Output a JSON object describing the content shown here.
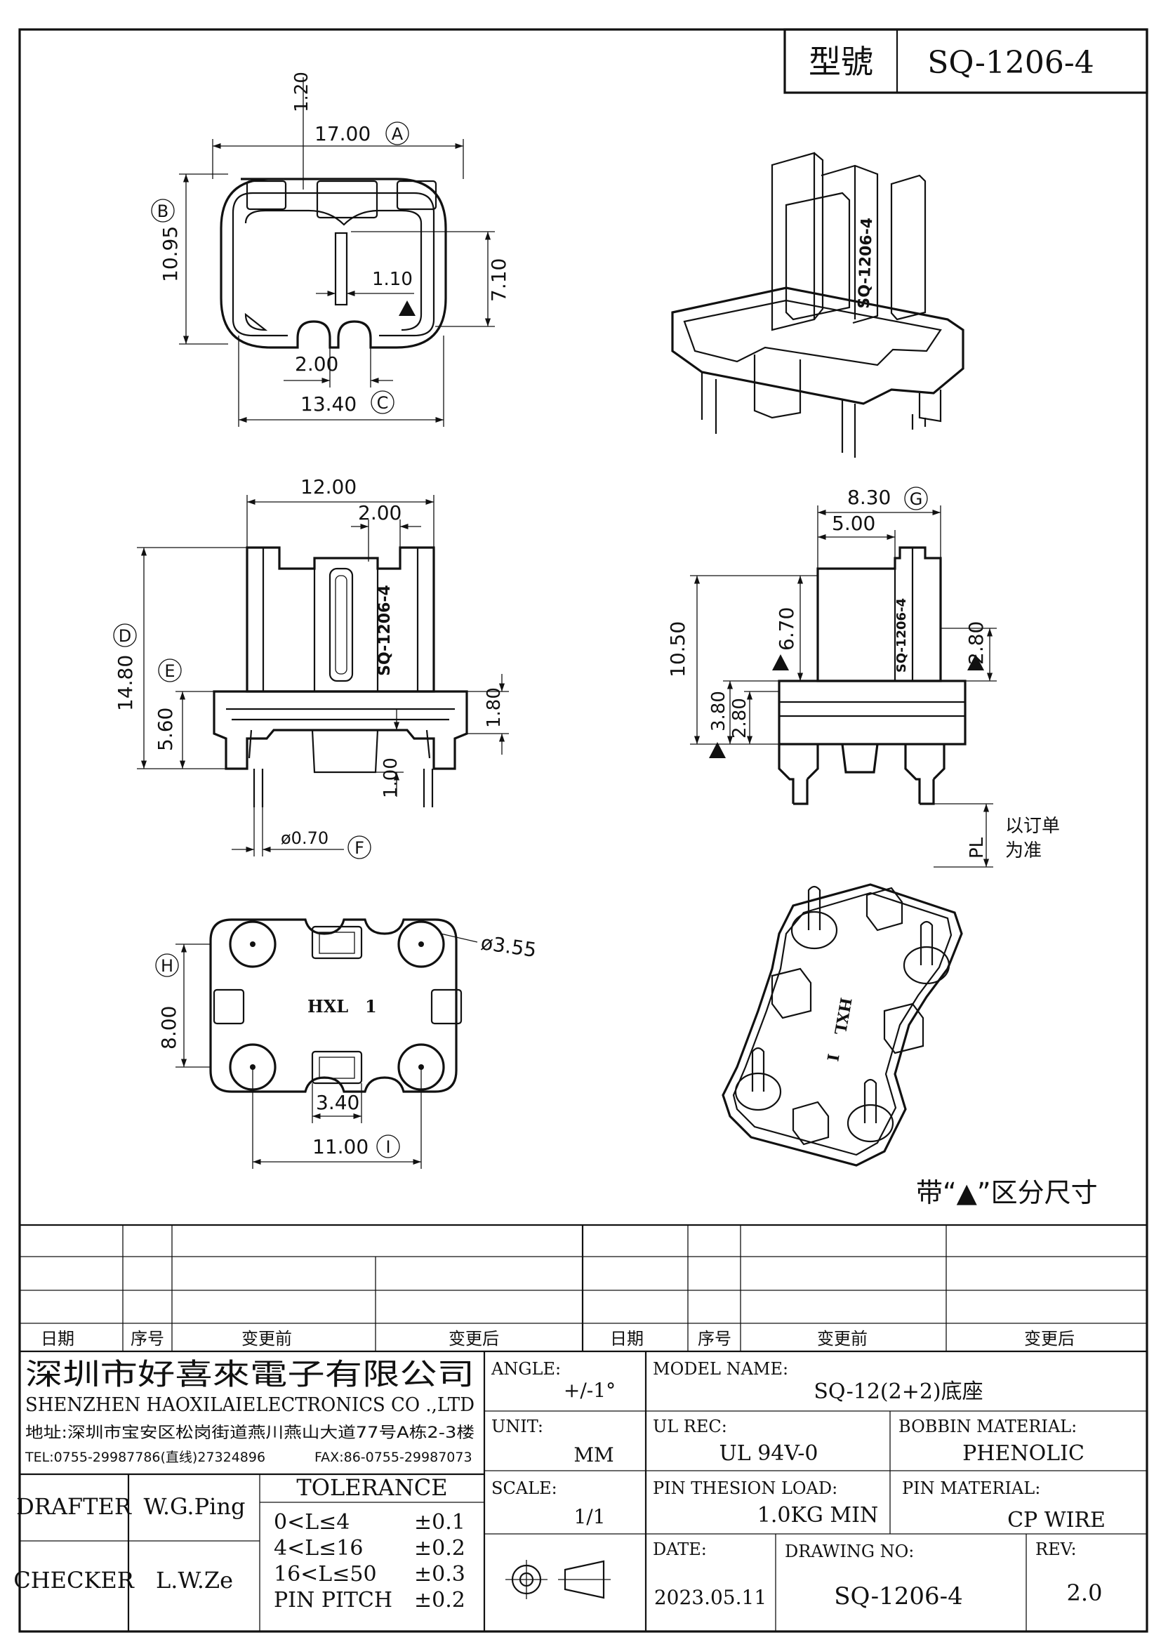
{
  "header": {
    "model_label": "型號",
    "model_value": "SQ-1206-4"
  },
  "dims": {
    "top": {
      "d_1_20": "1.20",
      "d_17_00": "17.00",
      "tag_a": "A",
      "tag_b": "B",
      "d_10_95": "10.95",
      "d_7_10": "7.10",
      "d_1_10": "1.10",
      "d_2_00": "2.00",
      "d_13_40": "13.40",
      "tag_c": "C"
    },
    "front": {
      "d_12_00": "12.00",
      "d_2_00": "2.00",
      "tag_d": "D",
      "d_14_80": "14.80",
      "tag_e": "E",
      "d_5_60": "5.60",
      "d_1_80": "1.80",
      "d_1_00": "1.00",
      "d_pin": "ø0.70",
      "tag_f": "F",
      "mark": "SQ-1206-4"
    },
    "side": {
      "d_8_30": "8.30",
      "tag_g": "G",
      "d_5_00": "5.00",
      "d_10_50": "10.50",
      "d_6_70": "6.70",
      "d_2_80a": "2.80",
      "d_3_80": "3.80",
      "d_2_80b": "2.80",
      "pl": "PL",
      "note_line1": "以订单",
      "note_line2": "为准",
      "mark": "SQ-1206-4"
    },
    "bottom": {
      "tag_h": "H",
      "d_8_00": "8.00",
      "d_3_55": "ø3.55",
      "d_3_40": "3.40",
      "d_11_00": "11.00",
      "tag_i": "I",
      "hxl": "HXL",
      "one": "1"
    },
    "iso": {
      "mark": "SQ-1206-4",
      "hxl": "HXL",
      "one": "I"
    },
    "triangle_note": "带“▲”区分尺寸"
  },
  "revision": {
    "headers": [
      "日期",
      "序号",
      "变更前",
      "变更后",
      "日期",
      "序号",
      "变更前",
      "变更后"
    ]
  },
  "title_block": {
    "company_cn": "深圳市好喜來電子有限公司",
    "company_en": "SHENZHEN HAOXILAIELECTRONICS CO .,LTD",
    "address": "地址:深圳市宝安区松岗街道燕川燕山大道77号A栋2-3楼",
    "tel": "TEL:0755-29987786(直线)27324896",
    "fax": "FAX:86-0755-29987073",
    "drafter_label": "DRAFTER",
    "drafter": "W.G.Ping",
    "checker_label": "CHECKER",
    "checker": "L.W.Ze",
    "tolerance_title": "TOLERANCE",
    "tolerance": [
      {
        "range": "0<L≤4",
        "value": "±0.1"
      },
      {
        "range": "4<L≤16",
        "value": "±0.2"
      },
      {
        "range": "16<L≤50",
        "value": "±0.3"
      },
      {
        "range": "PIN PITCH",
        "value": "±0.2"
      }
    ],
    "angle_label": "ANGLE:",
    "angle": "+/-1°",
    "unit_label": "UNIT:",
    "unit": "MM",
    "scale_label": "SCALE:",
    "scale": "1/1",
    "model_name_label": "MODEL NAME:",
    "model_name": "SQ-12(2+2)底座",
    "ul_label": "UL REC:",
    "ul": "UL 94V-0",
    "bobbin_label": "BOBBIN MATERIAL:",
    "bobbin": "PHENOLIC",
    "pin_load_label": "PIN THESION LOAD:",
    "pin_load": "1.0KG MIN",
    "pin_material_label": "PIN MATERIAL:",
    "pin_material": "CP  WIRE",
    "date_label": "DATE:",
    "date": "2023.05.11",
    "drawing_no_label": "DRAWING NO:",
    "drawing_no": "SQ-1206-4",
    "rev_label": "REV:",
    "rev": "2.0"
  }
}
